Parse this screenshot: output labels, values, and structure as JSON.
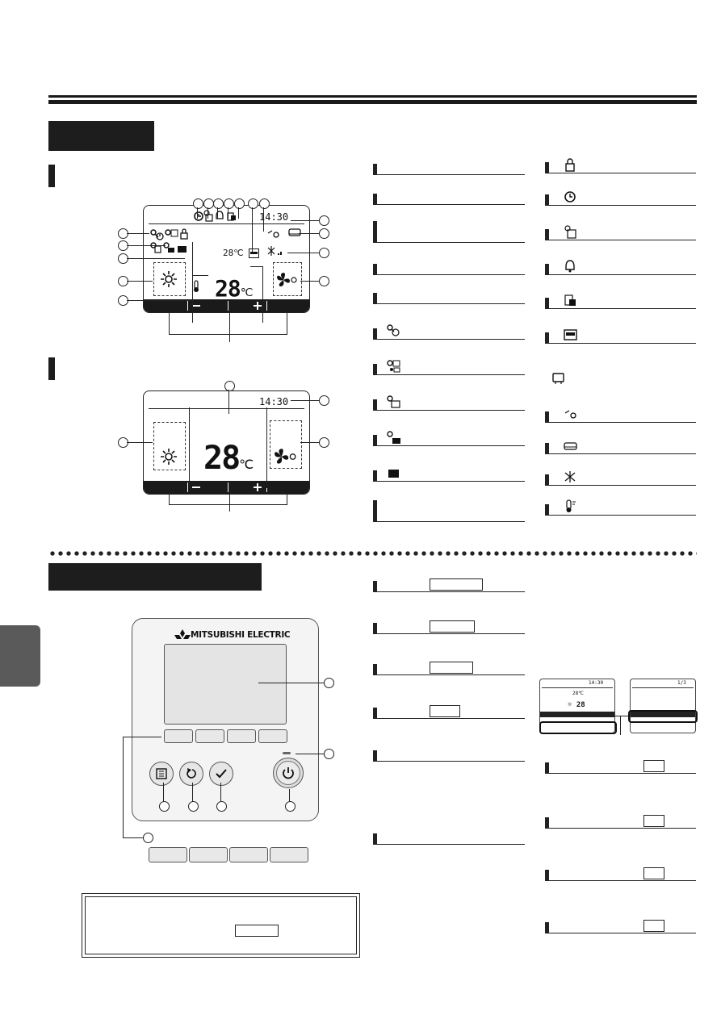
{
  "brand": {
    "logo_text": "MITSUBISHI ELECTRIC"
  },
  "screen_full": {
    "clock": "14:30",
    "set_temp_small": "28℃",
    "main_temp": "28",
    "unit": "℃"
  },
  "screen_basic": {
    "clock": "14:30",
    "main_temp": "28",
    "unit": "℃"
  },
  "mini_screens": {
    "left_clock": "14:30",
    "left_temp": "28℃",
    "right_page": "1/3"
  }
}
